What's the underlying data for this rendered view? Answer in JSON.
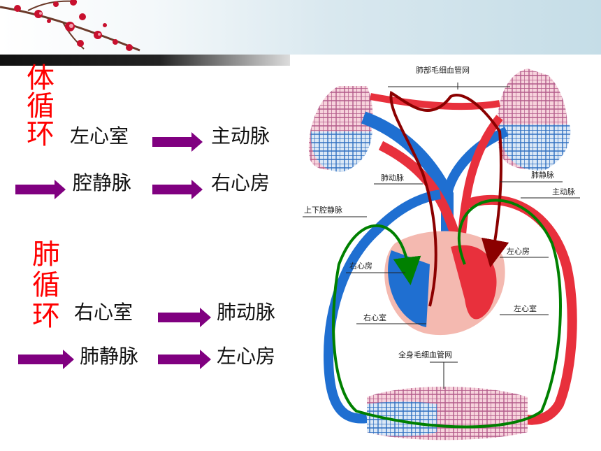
{
  "systemic": {
    "title": [
      "体",
      "循",
      "环"
    ],
    "items": [
      "左心室",
      "主动脉",
      "腔静脉",
      "右心房"
    ]
  },
  "pulmonary": {
    "title": [
      "肺",
      "循",
      "环"
    ],
    "items": [
      "右心室",
      "肺动脉",
      "肺静脉",
      "左心房"
    ]
  },
  "diagram": {
    "labels": {
      "lung_capillaries": "肺部毛细血管网",
      "pulmonary_artery": "肺动脉",
      "pulmonary_vein": "肺静脉",
      "aorta": "主动脉",
      "vena_cava": "上下腔静脉",
      "right_atrium": "右心房",
      "left_atrium": "左心房",
      "right_ventricle": "右心室",
      "left_ventricle": "左心室",
      "body_capillaries": "全身毛细血管网"
    }
  },
  "colors": {
    "title_red": "#ff0000",
    "arrow_purple": "#800080",
    "artery_red": "#e8303c",
    "vein_blue": "#1f6fd1",
    "pulmonary_path": "#8b0000",
    "systemic_path": "#008000"
  }
}
